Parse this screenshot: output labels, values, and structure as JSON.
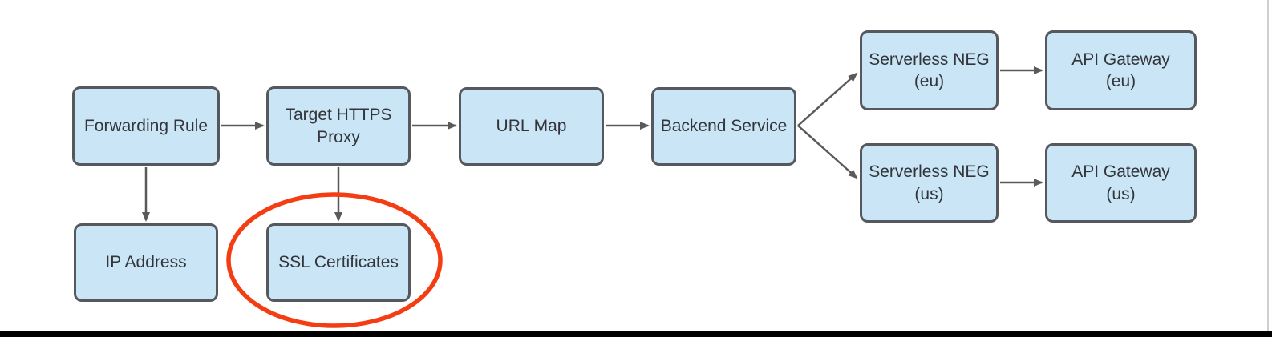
{
  "diagram": {
    "nodes": [
      {
        "id": "forwarding-rule",
        "label": "Forwarding Rule"
      },
      {
        "id": "target-https-proxy",
        "label": "Target HTTPS\nProxy"
      },
      {
        "id": "url-map",
        "label": "URL Map"
      },
      {
        "id": "backend-service",
        "label": "Backend Service"
      },
      {
        "id": "serverless-neg-eu",
        "label": "Serverless NEG\n(eu)"
      },
      {
        "id": "api-gateway-eu",
        "label": "API Gateway\n(eu)"
      },
      {
        "id": "serverless-neg-us",
        "label": "Serverless NEG\n(us)"
      },
      {
        "id": "api-gateway-us",
        "label": "API Gateway\n(us)"
      },
      {
        "id": "ip-address",
        "label": "IP Address"
      },
      {
        "id": "ssl-certificates",
        "label": "SSL Certificates"
      }
    ],
    "edges": [
      {
        "from": "forwarding-rule",
        "to": "target-https-proxy"
      },
      {
        "from": "target-https-proxy",
        "to": "url-map"
      },
      {
        "from": "url-map",
        "to": "backend-service"
      },
      {
        "from": "backend-service",
        "to": "serverless-neg-eu"
      },
      {
        "from": "backend-service",
        "to": "serverless-neg-us"
      },
      {
        "from": "serverless-neg-eu",
        "to": "api-gateway-eu"
      },
      {
        "from": "serverless-neg-us",
        "to": "api-gateway-us"
      },
      {
        "from": "forwarding-rule",
        "to": "ip-address"
      },
      {
        "from": "target-https-proxy",
        "to": "ssl-certificates"
      }
    ],
    "highlight": {
      "shape": "ellipse",
      "around": "ssl-certificates",
      "color": "#F43D12"
    }
  },
  "colors": {
    "node_fill": "#C9E5F6",
    "node_border": "#55585C",
    "arrow": "#5A5A5A",
    "text": "#33353A",
    "highlight": "#F43D12",
    "bottom_bar": "#000000"
  }
}
